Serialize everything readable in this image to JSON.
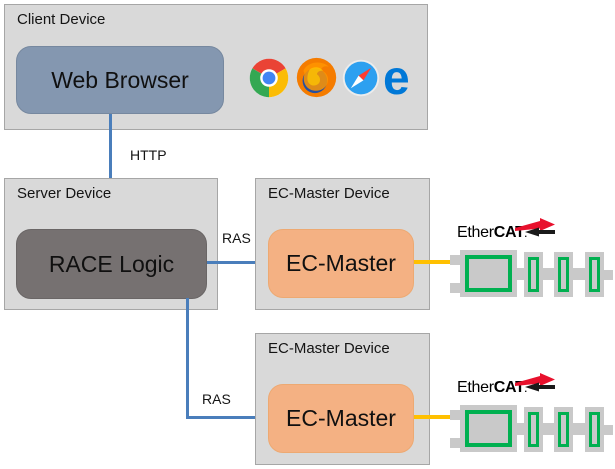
{
  "diagram": {
    "client_device": {
      "title": "Client Device",
      "web_browser_label": "Web Browser",
      "browser_icons": [
        "chrome",
        "firefox",
        "safari",
        "edge"
      ]
    },
    "server_device": {
      "title": "Server Device",
      "race_logic_label": "RACE Logic"
    },
    "ec_master_device_top": {
      "title": "EC-Master Device",
      "ec_master_label": "EC-Master"
    },
    "ec_master_device_bottom": {
      "title": "EC-Master Device",
      "ec_master_label": "EC-Master"
    },
    "connections": {
      "http": "HTTP",
      "ras_top": "RAS",
      "ras_bottom": "RAS"
    },
    "ethercat": {
      "brand_prefix": "Ether",
      "brand_suffix": "CAT",
      "brand_mark": ".",
      "slave_count": 3
    },
    "colors": {
      "device_box_fill": "#d9d9d9",
      "device_box_border": "#a6a6a6",
      "web_browser_fill": "#8497b0",
      "race_logic_fill": "#767171",
      "ec_master_fill": "#f4b183",
      "connection_blue": "#4a7ebb",
      "connection_yellow": "#ffc000",
      "ethercat_green": "#00b050",
      "ethercat_gray": "#c9c9c9",
      "ethercat_red": "#e8112d"
    }
  }
}
